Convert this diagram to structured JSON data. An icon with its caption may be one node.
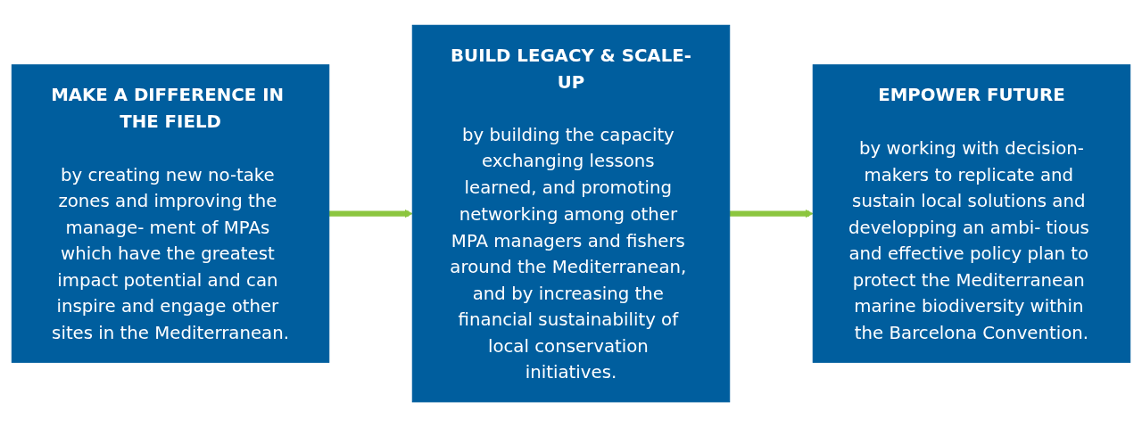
{
  "diagram": {
    "nodes": [
      {
        "text": [
          "MAKE A DIFFERENCE IN THE FIELD",
          "by creating new no-take zones and improving the manage- ment of MPAs which have the greatest impact potential and can inspire and engage other sites in the Mediterranean."
        ]
      },
      {
        "text": [
          "BUILD LEGACY & SCALE-UP",
          "by building the capacity exchanging lessons learned, and promoting networking among other MPA managers and fishers around the Mediterranean, and by increasing the financial sustainability of local conservation initiatives."
        ]
      },
      {
        "text": [
          "EMPOWER FUTURE",
          "by working with decision-makers to replicate and sustain local solutions and developping an ambi- tious and effective policy plan to protect the Mediterranean marine biodiversity within the Barcelona Convention."
        ]
      }
    ],
    "edges": [
      {
        "from": 0,
        "to": 1,
        "arrow": "to"
      },
      {
        "from": 1,
        "to": 2,
        "arrow": "to"
      }
    ]
  }
}
